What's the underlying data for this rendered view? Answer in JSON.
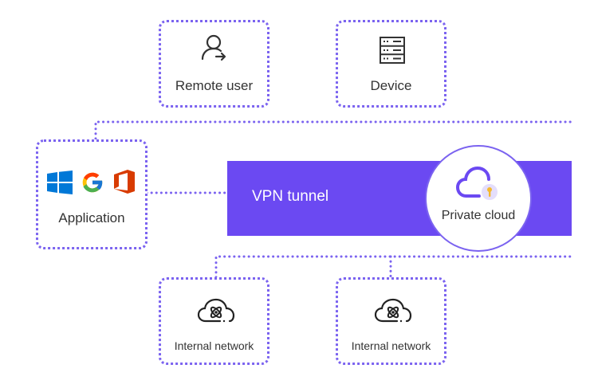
{
  "nodes": {
    "remote_user": {
      "label": "Remote user",
      "icon": "user-arrow-icon"
    },
    "device": {
      "label": "Device",
      "icon": "server-icon"
    },
    "application": {
      "label": "Application",
      "icons": [
        "windows-logo-icon",
        "google-logo-icon",
        "office-logo-icon"
      ]
    },
    "vpn_tunnel": {
      "label": "VPN tunnel"
    },
    "private_cloud": {
      "label": "Private cloud",
      "icon": "cloud-lock-icon"
    },
    "internal_network_1": {
      "label": "Internal network",
      "icon": "cloud-network-icon"
    },
    "internal_network_2": {
      "label": "Internal network",
      "icon": "cloud-network-icon"
    }
  },
  "colors": {
    "accent": "#6b49f2",
    "dotted_border": "#7b63f0",
    "text": "#333333",
    "windows": "#0078d7",
    "office": "#d83b01",
    "lock": "#f5b82e"
  }
}
